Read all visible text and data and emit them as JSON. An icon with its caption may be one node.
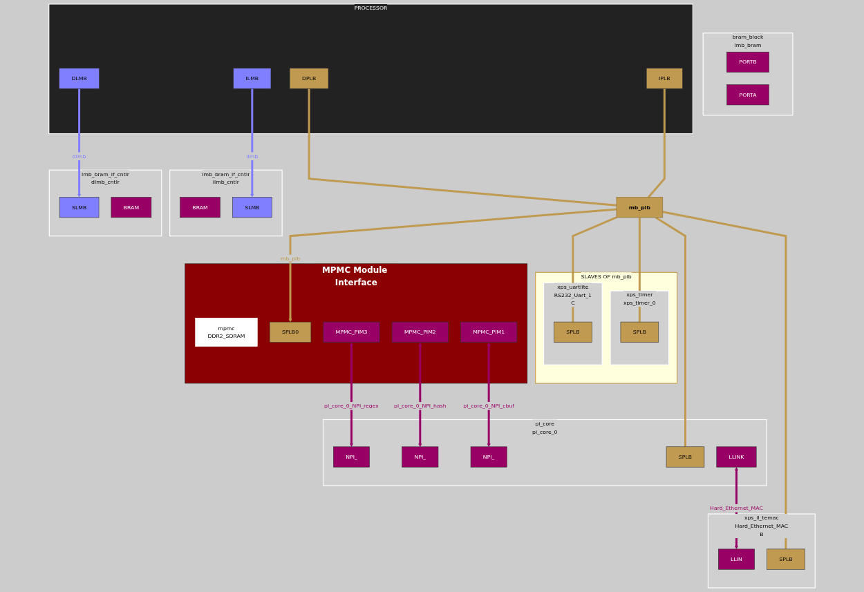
{
  "diagram": {
    "nodes": [
      {
        "text": [
          "MPMC Module Interface"
        ]
      },
      {
        "text": [
          "mpmc",
          "DDR2_SDRAM"
        ],
        "in": 0
      },
      {
        "text": [
          "SPLB0"
        ],
        "in": 0
      },
      {
        "text": [
          "MPMC_PIM3"
        ],
        "in": 0
      },
      {
        "text": [
          "MPMC_PIM2"
        ],
        "in": 0
      },
      {
        "text": [
          "MPMC_PIM1"
        ],
        "in": 0
      },
      {
        "text": [
          "bram_block",
          "lmb_bram"
        ]
      },
      {
        "text": [
          "PORTB"
        ],
        "in": 6
      },
      {
        "text": [
          "PORTA"
        ],
        "in": 6
      },
      {
        "text": [
          "lmb_bram_if_cntlr",
          "dlmb_cntlr"
        ]
      },
      {
        "text": [
          "SLMB"
        ],
        "in": 9
      },
      {
        "text": [
          "BRAM"
        ],
        "in": 9
      },
      {
        "text": [
          "lmb_bram_if_cntlr",
          "ilmb_cntlr"
        ]
      },
      {
        "text": [
          "BRAM"
        ],
        "in": 12
      },
      {
        "text": [
          "SLMB"
        ],
        "in": 12
      },
      {
        "text": [
          "PROCESSOR"
        ]
      },
      {
        "text": [
          "DLMB"
        ],
        "in": 15
      },
      {
        "text": [
          "ILMB"
        ],
        "in": 15
      },
      {
        "text": [
          "DPLB"
        ],
        "in": 15
      },
      {
        "text": [
          "IPLB"
        ],
        "in": 15
      },
      {
        "text": [
          "mb_plb"
        ]
      },
      {
        "text": [
          "SLAVES OF mb_plb"
        ]
      },
      {
        "text": [
          "xps_uartlite",
          "RS232_Uart_1",
          "C"
        ],
        "in": 21
      },
      {
        "text": [
          "SPLB"
        ],
        "in": 22
      },
      {
        "text": [
          "xps_timer",
          "xps_timer_0"
        ],
        "in": 21
      },
      {
        "text": [
          "SPLB"
        ],
        "in": 24
      },
      {
        "text": [
          "pi_core",
          "pi_core_0"
        ]
      },
      {
        "text": [
          "NPI_"
        ],
        "in": 26
      },
      {
        "text": [
          "SPLB"
        ],
        "in": 26
      },
      {
        "text": [
          "NPI_"
        ],
        "in": 26
      },
      {
        "text": [
          "NPI_"
        ],
        "in": 26
      },
      {
        "text": [
          "LLINK"
        ],
        "in": 26
      },
      {
        "text": [
          "xps_ll_temac",
          "Hard_Ethernet_MAC",
          "B"
        ]
      },
      {
        "text": [
          "SPLB"
        ],
        "in": 32
      },
      {
        "text": [
          "LLIN"
        ],
        "in": 32
      }
    ],
    "edges": [
      {
        "from": 20,
        "to": 2,
        "arrow": "to",
        "label": "mb_plb"
      },
      {
        "from": 16,
        "to": 10,
        "arrow": "to",
        "label": "dlmb",
        "color": "#7f7fff"
      },
      {
        "from": 17,
        "to": 14,
        "arrow": "to",
        "label": "ilmb",
        "color": "#7f7fff"
      },
      {
        "from": 18,
        "to": 20,
        "arrow": "none"
      },
      {
        "from": 19,
        "to": 20,
        "arrow": "none"
      },
      {
        "from": 3,
        "to": 30,
        "arrow": "both",
        "label": "pi_core_0_NPI_regex",
        "color": "#990066"
      },
      {
        "from": 4,
        "to": 29,
        "arrow": "both",
        "label": "pi_core_0_NPI_hash",
        "color": "#990066"
      },
      {
        "from": 5,
        "to": 27,
        "arrow": "both",
        "label": "pi_core_0_NPI_cbuf",
        "color": "#990066"
      },
      {
        "from": 20,
        "to": 23,
        "arrow": "none"
      },
      {
        "from": 20,
        "to": 25,
        "arrow": "none"
      },
      {
        "from": 20,
        "to": 28,
        "arrow": "none"
      },
      {
        "from": 20,
        "to": 33,
        "arrow": "none"
      },
      {
        "from": 31,
        "to": 34,
        "arrow": "both",
        "label": "Hard_Ethernet_MAC",
        "color": "#990066"
      }
    ]
  }
}
